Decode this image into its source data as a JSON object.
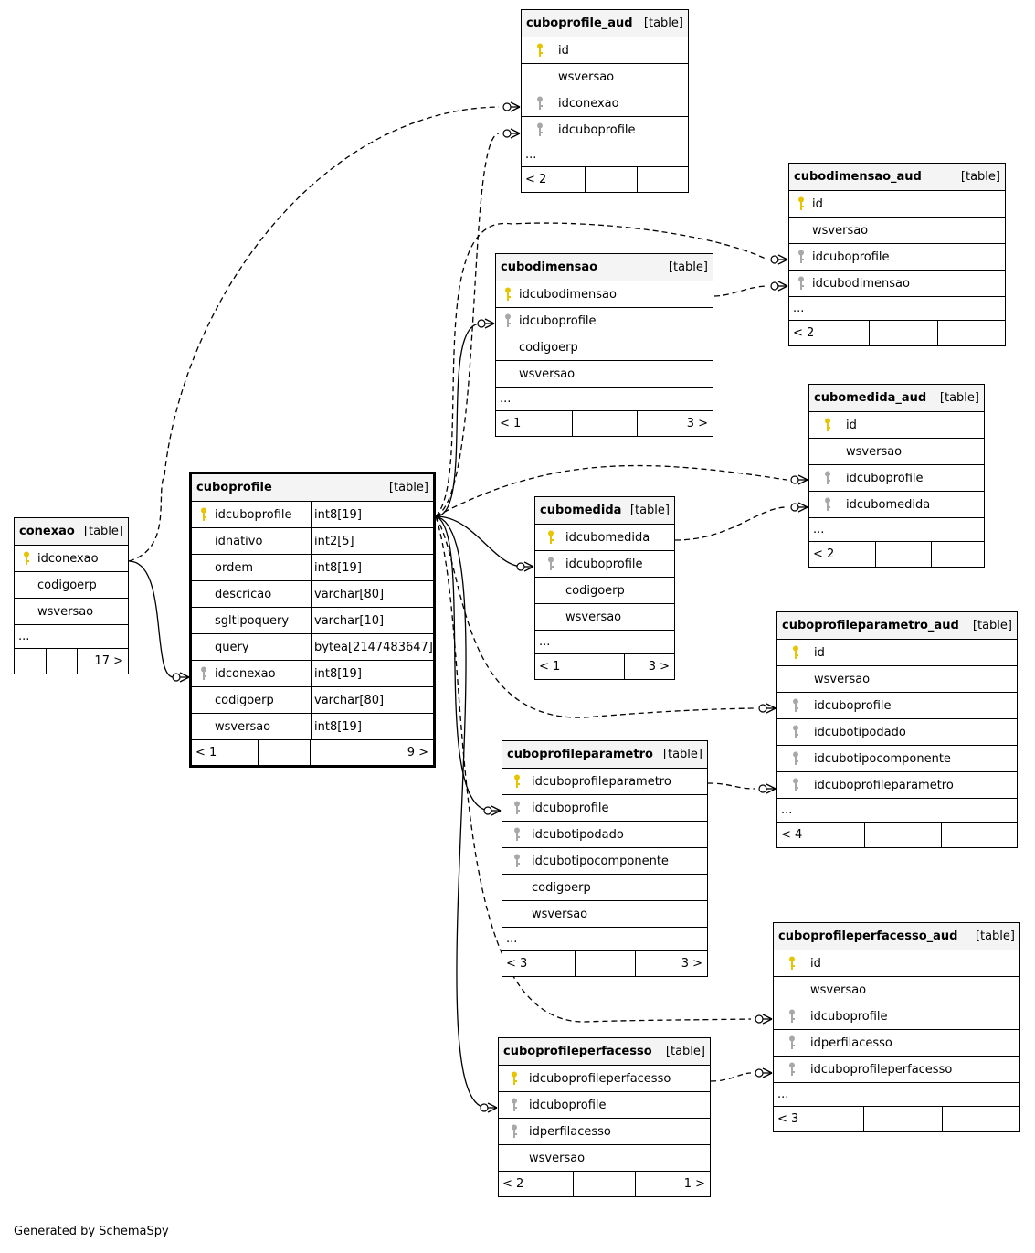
{
  "table_tag": "[table]",
  "more": "...",
  "footer_note": "Generated by SchemaSpy",
  "colors": {
    "pk": "#e6c400",
    "fk": "#a8a8a8",
    "header": "#f4f4f4"
  },
  "tables": {
    "cuboprofile_aud": {
      "name": "cuboprofile_aud",
      "cols": [
        "id",
        "wsversao",
        "idconexao",
        "idcuboprofile"
      ],
      "left": "< 2",
      "right": ""
    },
    "cubodimensao_aud": {
      "name": "cubodimensao_aud",
      "cols": [
        "id",
        "wsversao",
        "idcuboprofile",
        "idcubodimensao"
      ],
      "left": "< 2",
      "right": ""
    },
    "cubodimensao": {
      "name": "cubodimensao",
      "cols": [
        "idcubodimensao",
        "idcuboprofile",
        "codigoerp",
        "wsversao"
      ],
      "left": "< 1",
      "right": "3 >"
    },
    "cubomedida_aud": {
      "name": "cubomedida_aud",
      "cols": [
        "id",
        "wsversao",
        "idcuboprofile",
        "idcubomedida"
      ],
      "left": "< 2",
      "right": ""
    },
    "cubomedida": {
      "name": "cubomedida",
      "cols": [
        "idcubomedida",
        "idcuboprofile",
        "codigoerp",
        "wsversao"
      ],
      "left": "< 1",
      "right": "3 >"
    },
    "conexao": {
      "name": "conexao",
      "cols": [
        "idconexao",
        "codigoerp",
        "wsversao"
      ],
      "left": "",
      "right": "17 >"
    },
    "cuboprofile": {
      "name": "cuboprofile",
      "cols": [
        "idcuboprofile",
        "idnativo",
        "ordem",
        "descricao",
        "sgltipoquery",
        "query",
        "idconexao",
        "codigoerp",
        "wsversao"
      ],
      "types": [
        "int8[19]",
        "int2[5]",
        "int8[19]",
        "varchar[80]",
        "varchar[10]",
        "bytea[2147483647]",
        "int8[19]",
        "varchar[80]",
        "int8[19]"
      ],
      "left": "< 1",
      "right": "9 >"
    },
    "cuboprofileparametro_aud": {
      "name": "cuboprofileparametro_aud",
      "cols": [
        "id",
        "wsversao",
        "idcuboprofile",
        "idcubotipodado",
        "idcubotipocomponente",
        "idcuboprofileparametro"
      ],
      "left": "< 4",
      "right": ""
    },
    "cuboprofileparametro": {
      "name": "cuboprofileparametro",
      "cols": [
        "idcuboprofileparametro",
        "idcuboprofile",
        "idcubotipodado",
        "idcubotipocomponente",
        "codigoerp",
        "wsversao"
      ],
      "left": "< 3",
      "right": "3 >"
    },
    "cuboprofileperfacesso_aud": {
      "name": "cuboprofileperfacesso_aud",
      "cols": [
        "id",
        "wsversao",
        "idcuboprofile",
        "idperfilacesso",
        "idcuboprofileperfacesso"
      ],
      "left": "< 3",
      "right": ""
    },
    "cuboprofileperfacesso": {
      "name": "cuboprofileperfacesso",
      "cols": [
        "idcuboprofileperfacesso",
        "idcuboprofile",
        "idperfilacesso",
        "wsversao"
      ],
      "left": "< 2",
      "right": "1 >"
    }
  }
}
